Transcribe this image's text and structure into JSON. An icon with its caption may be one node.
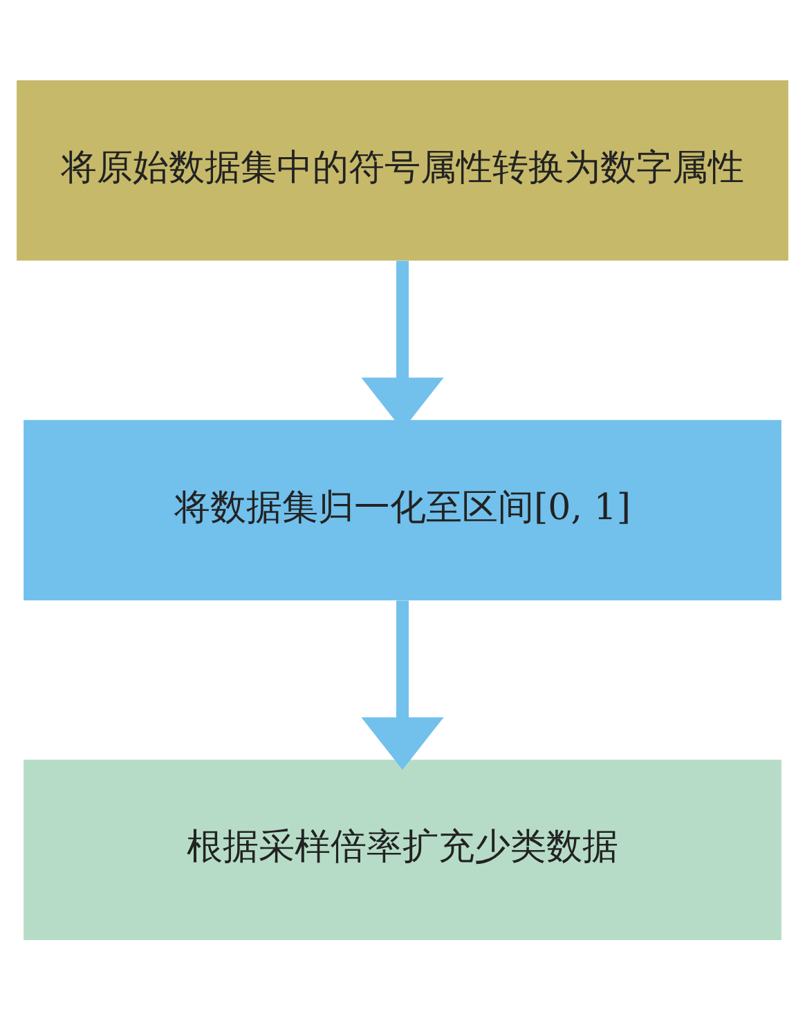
{
  "diagram": {
    "nodes": [
      {
        "text": [
          "将原始数据集中的符号属性转换为数字属性"
        ]
      },
      {
        "text": [
          "将数据集归一化至区间[0, 1]"
        ]
      },
      {
        "text": [
          "根据采样倍率扩充少类数据"
        ]
      }
    ],
    "edges": [
      {
        "from": 0,
        "to": 1,
        "arrow": "to"
      },
      {
        "from": 1,
        "to": 2,
        "arrow": "to"
      }
    ]
  }
}
